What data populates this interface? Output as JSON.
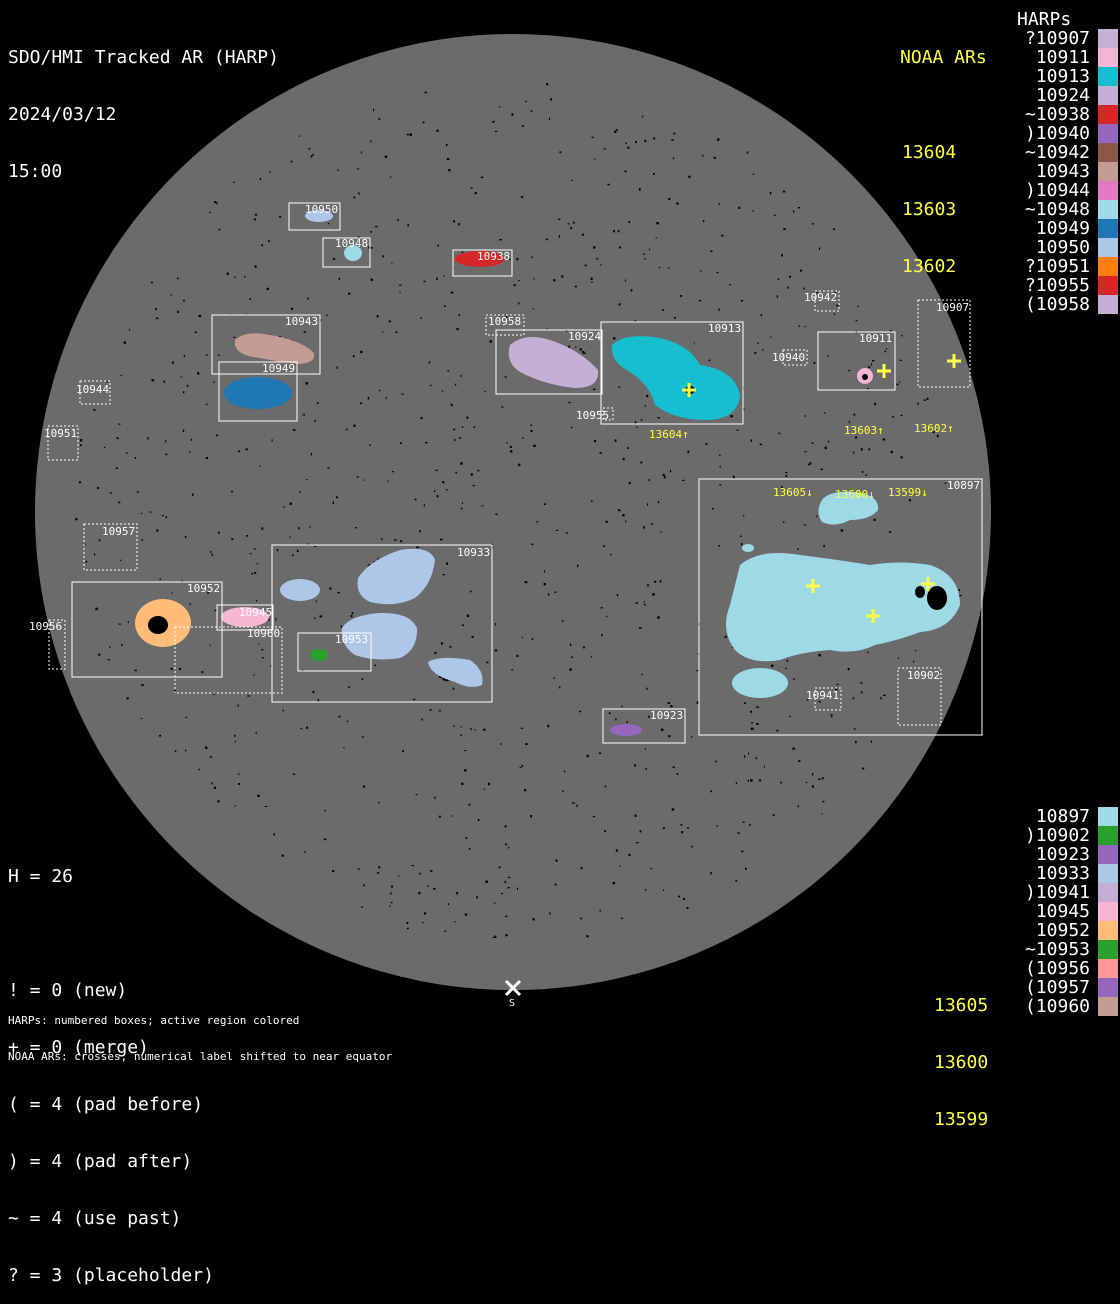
{
  "header": {
    "title": "SDO/HMI Tracked AR (HARP)",
    "date": "2024/03/12",
    "time": "15:00"
  },
  "noaa_title": "NOAA ARs",
  "harps_title": "HARPs",
  "noaa_top": [
    "13604",
    "13603",
    "13602"
  ],
  "noaa_bottom": [
    "13605",
    "13600",
    "13599"
  ],
  "harp_legend_top": [
    {
      "label": "?10907",
      "color": "#c7b2d6"
    },
    {
      "label": "10911",
      "color": "#f2b6d2"
    },
    {
      "label": "10913",
      "color": "#17becf"
    },
    {
      "label": "10924",
      "color": "#c5b0d5"
    },
    {
      "label": "~10938",
      "color": "#d62728"
    },
    {
      "label": ")10940",
      "color": "#9467bd"
    },
    {
      "label": "~10942",
      "color": "#8c564b"
    },
    {
      "label": "10943",
      "color": "#c49c94"
    },
    {
      "label": ")10944",
      "color": "#e377c2"
    },
    {
      "label": "~10948",
      "color": "#9edae5"
    },
    {
      "label": "10949",
      "color": "#1f77b4"
    },
    {
      "label": "10950",
      "color": "#aec7e8"
    },
    {
      "label": "?10951",
      "color": "#ff7f0e"
    },
    {
      "label": "?10955",
      "color": "#d62728"
    },
    {
      "label": "(10958",
      "color": "#c5b0d5"
    }
  ],
  "harp_legend_bottom": [
    {
      "label": "10897",
      "color": "#9edae5"
    },
    {
      "label": ")10902",
      "color": "#2ca02c"
    },
    {
      "label": "10923",
      "color": "#9467bd"
    },
    {
      "label": "10933",
      "color": "#aec7e8"
    },
    {
      "label": ")10941",
      "color": "#c5b0d5"
    },
    {
      "label": "10945",
      "color": "#f7b6d2"
    },
    {
      "label": "10952",
      "color": "#ffbb78"
    },
    {
      "label": "~10953",
      "color": "#2ca02c"
    },
    {
      "label": "(10956",
      "color": "#ff9896"
    },
    {
      "label": "(10957",
      "color": "#9467bd"
    },
    {
      "label": "(10960",
      "color": "#c49c94"
    }
  ],
  "stats": {
    "h": "H = 26",
    "new": "! = 0 (new)",
    "merge": "+ = 0 (merge)",
    "pad_before": "( = 4 (pad before)",
    "pad_after": ") = 4 (pad after)",
    "use_past": "~ = 4 (use past)",
    "placeholder": "? = 3 (placeholder)"
  },
  "footer": {
    "line1": "HARPs: numbered boxes; active region colored",
    "line2": "NOAA ARs: crosses; numerical label shifted to near equator"
  },
  "south_marker": "S",
  "box_labels": {
    "b10950": "10950",
    "b10948": "10948",
    "b10938": "10938",
    "b10943": "10943",
    "b10949": "10949",
    "b10944": "10944",
    "b10951": "10951",
    "b10958": "10958",
    "b10924": "10924",
    "b10913": "10913",
    "b10955": "10955",
    "b10942": "10942",
    "b10940": "10940",
    "b10911": "10911",
    "b10907": "10907",
    "b10897": "10897",
    "b10957": "10957",
    "b10952": "10952",
    "b10945": "10945",
    "b10960": "10960",
    "b10956": "10956",
    "b10933": "10933",
    "b10953": "10953",
    "b10923": "10923",
    "b10941": "10941",
    "b10902": "10902"
  },
  "ar_labels": {
    "l13604": "13604↑",
    "l13603": "13603↑",
    "l13602": "13602↑",
    "l13605": "13605↓",
    "l13600": "13600↓",
    "l13599": "13599↓"
  }
}
